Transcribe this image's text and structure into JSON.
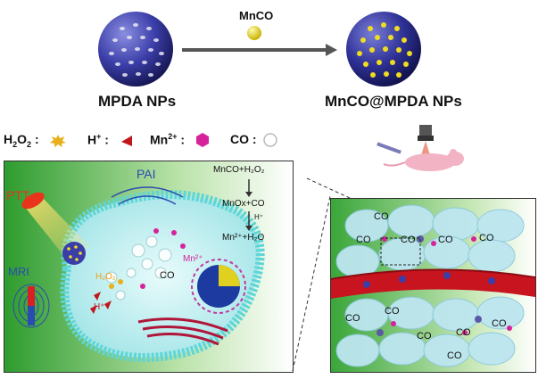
{
  "top": {
    "left_label": "MPDA NPs",
    "right_label": "MnCO@MPDA NPs",
    "arrow_label": "MnCO"
  },
  "legend": {
    "h2o2_text": "H",
    "h2o2_sub1": "2",
    "h2o2_o": "O",
    "h2o2_sub2": "2",
    "h2o2_colon": ":",
    "hplus_text": "H",
    "hplus_sup": "+",
    "hplus_colon": ":",
    "mn_text": "Mn",
    "mn_sup": "2+",
    "mn_colon": ":",
    "co_text": "CO",
    "co_colon": ":"
  },
  "cell_panel": {
    "ptt_label": "PTT",
    "pai_label": "PAI",
    "mri_label": "MRI",
    "h2o2_label": "H₂O₂",
    "hplus_label": "H⁺",
    "mn2_label": "Mn²⁺",
    "co_label": "CO",
    "reaction_1": "MnCO+H₂O₂",
    "reaction_2": "MnOx+CO",
    "reaction_arrow_label": "H⁺",
    "reaction_3": "Mn²⁺+H₂O"
  },
  "tumor_panel": {
    "co_labels": [
      "CO",
      "CO",
      "CO",
      "CO",
      "CO",
      "CO",
      "CO",
      "CO",
      "CO",
      "CO",
      "CO"
    ]
  },
  "colors": {
    "sphere_blue": "#3b3ea8",
    "nanoparticle_yellow": "#e6d21a",
    "membrane_cyan": "#5fd6d6",
    "panel_green": "#3aa63a",
    "vessel_red": "#c8141e",
    "mn_magenta": "#d6239b"
  }
}
